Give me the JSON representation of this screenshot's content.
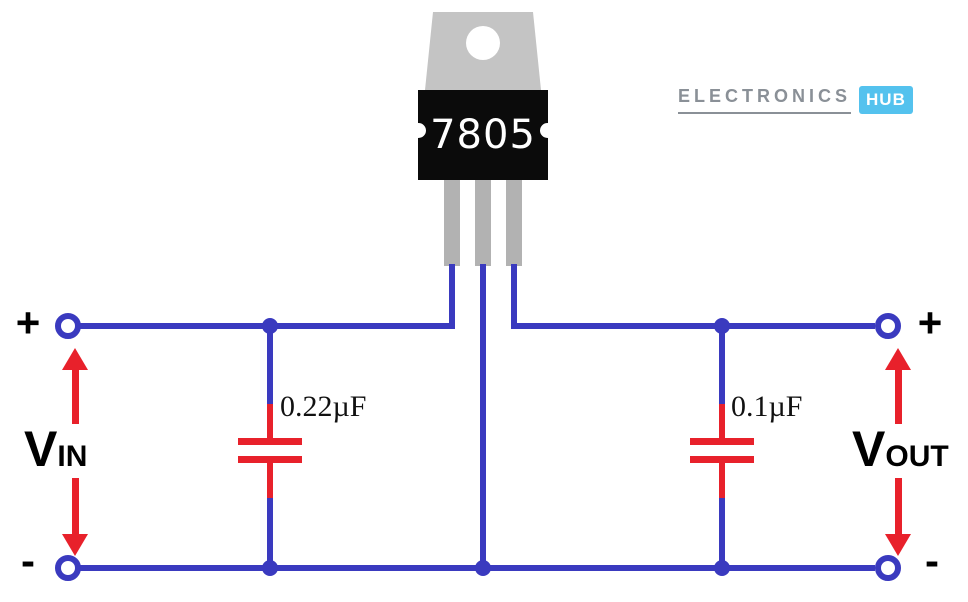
{
  "logo": {
    "brand": "ELECTRONICS",
    "badge": "HUB"
  },
  "regulator": {
    "part_number": "7805"
  },
  "capacitors": {
    "input": {
      "label": "0.22µF"
    },
    "output": {
      "label": "0.1µF"
    }
  },
  "terminals": {
    "input_plus": "+",
    "input_minus": "-",
    "output_plus": "+",
    "output_minus": "-"
  },
  "voltages": {
    "input": {
      "symbol": "V",
      "subscript": "IN"
    },
    "output": {
      "symbol": "V",
      "subscript": "OUT"
    }
  },
  "colors": {
    "wire_blue": "#3A3ABF",
    "component_red": "#E8212B",
    "ic_body_black": "#0b0b0b",
    "tab_gray": "#c4c4c4",
    "leg_gray": "#b2b2b2",
    "logo_blue": "#54C2EE",
    "logo_gray": "#8a9097"
  }
}
